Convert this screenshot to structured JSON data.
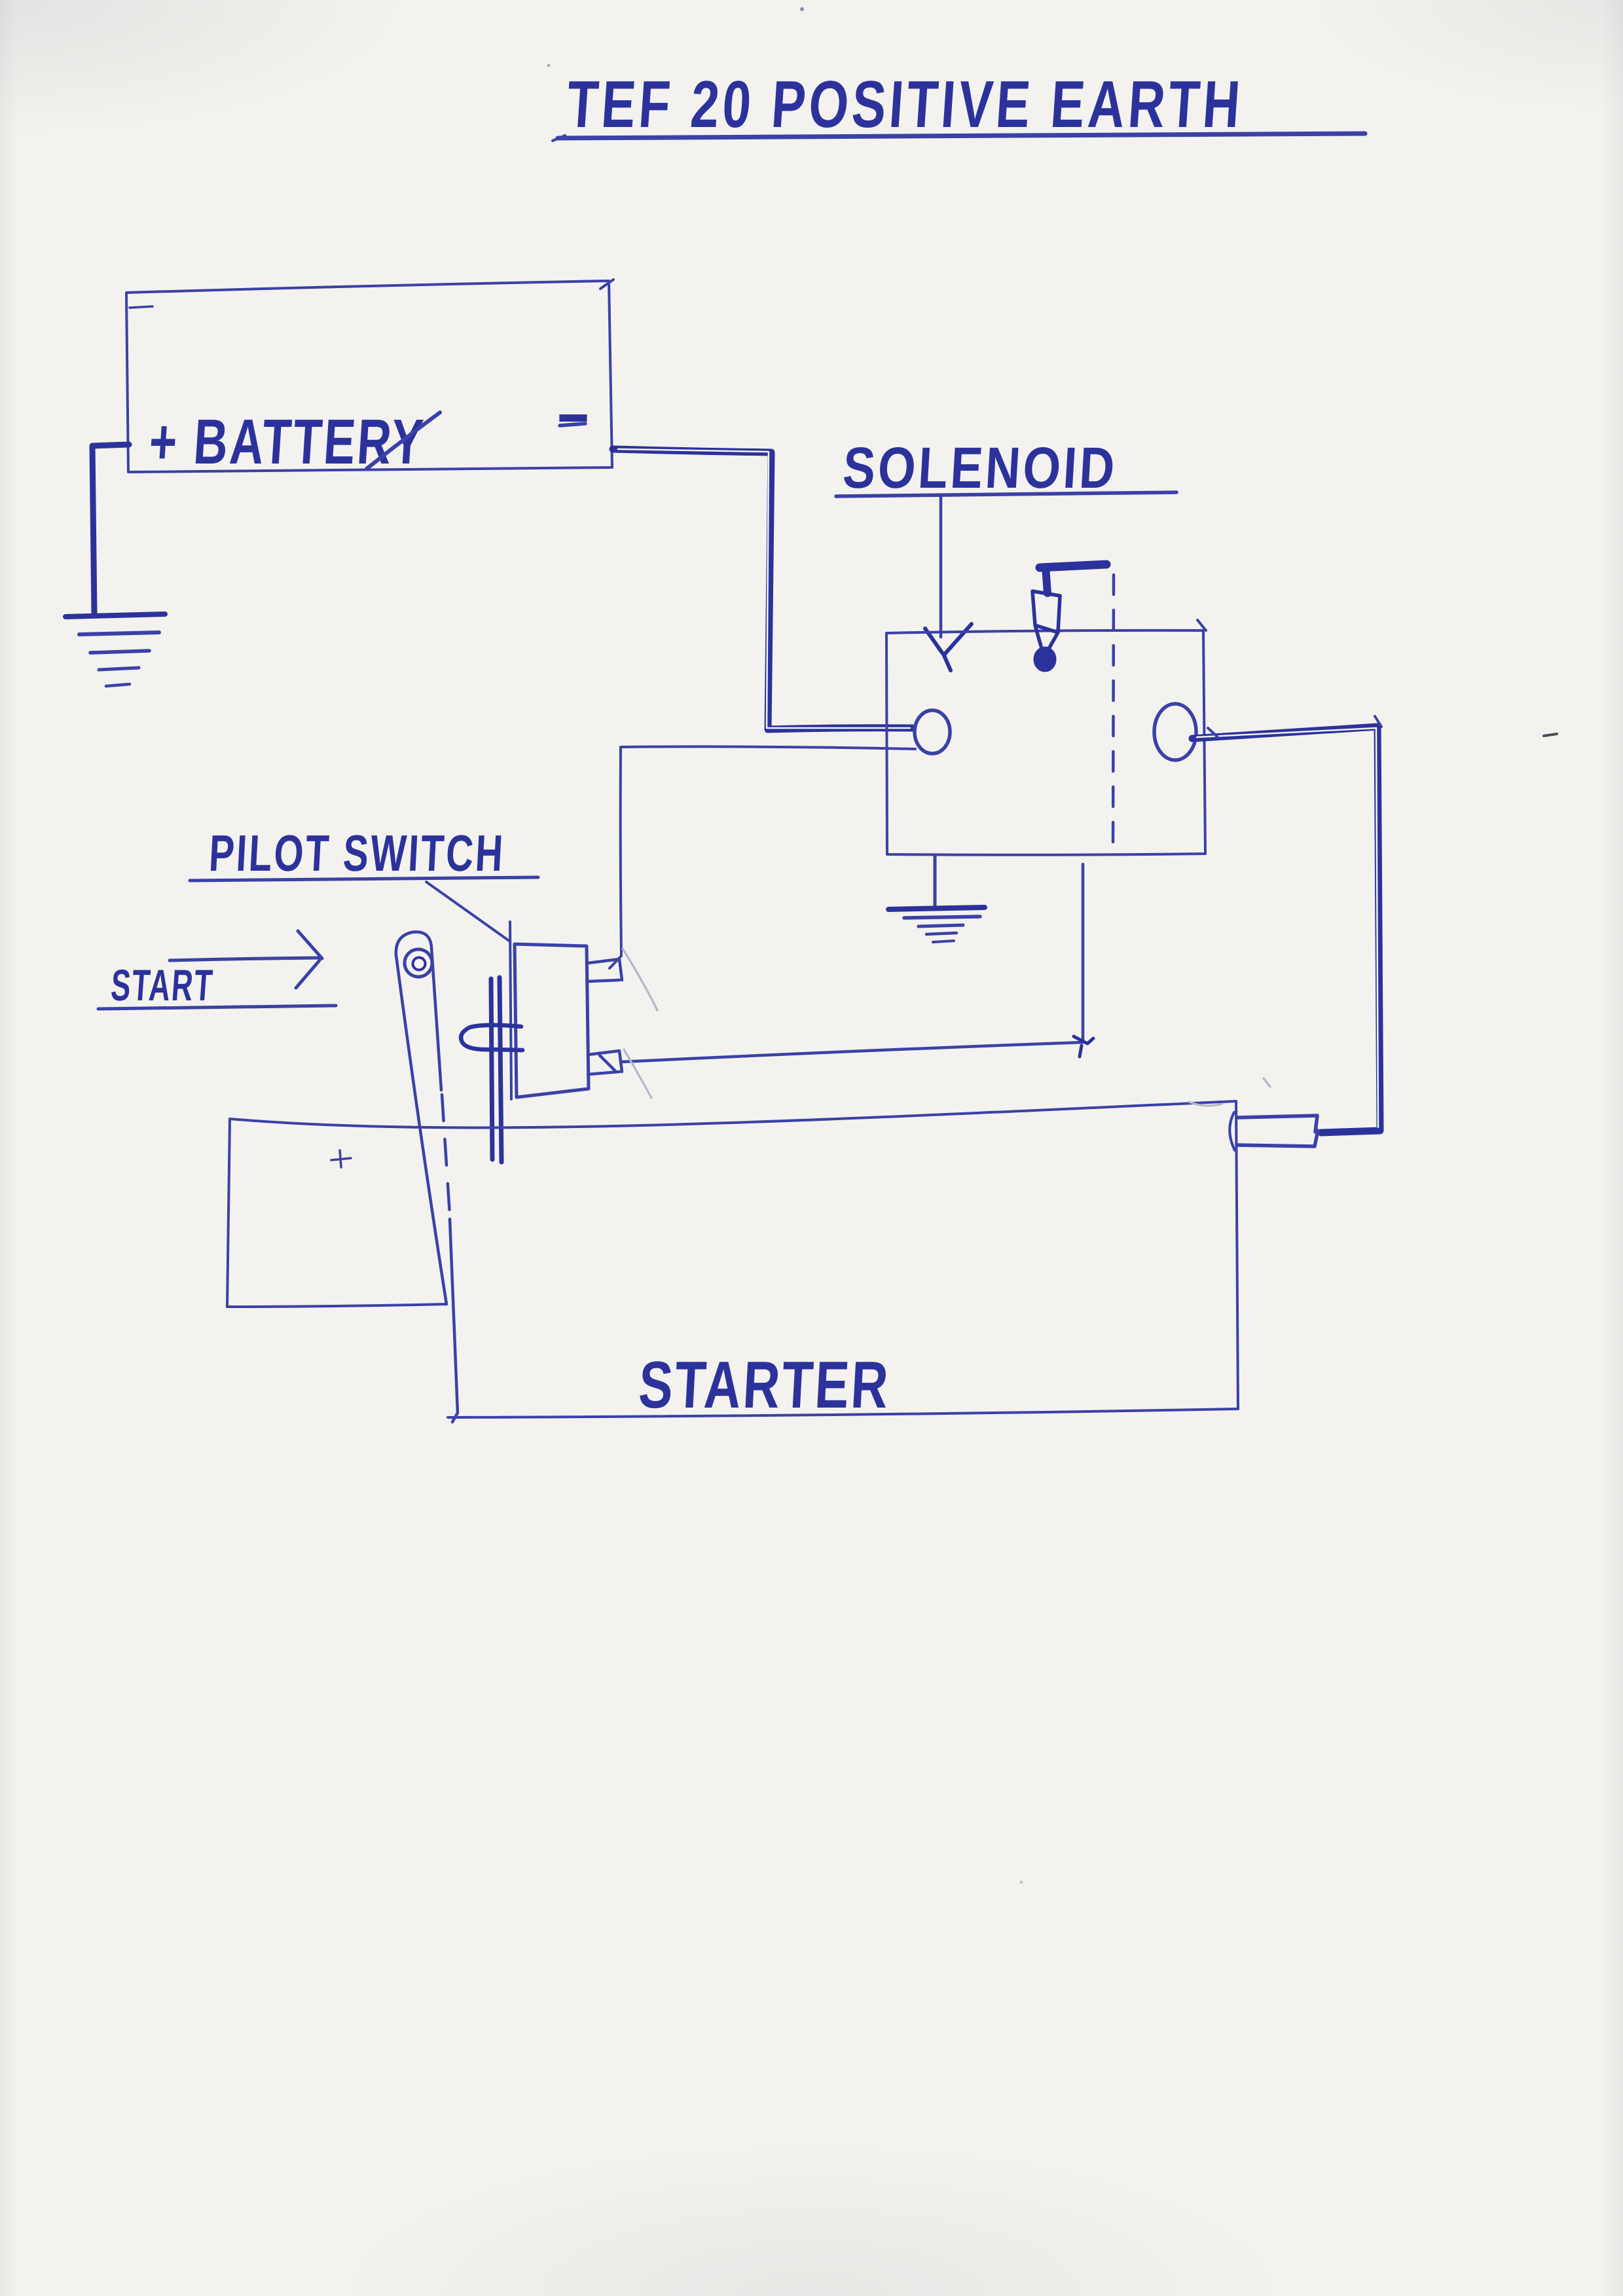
{
  "page": {
    "description": "Hand-drawn wiring diagram in blue ballpoint pen on scanned white paper",
    "paper_color": "#f3f2ee",
    "ink_color": "#3a41a7",
    "ink_dark_color": "#2c329b",
    "pencil_color": "#b4b8c6"
  },
  "title": {
    "text": "TEF 20 POSITIVE EARTH"
  },
  "labels": {
    "battery": "+ BATTERY",
    "battery_negative_sign": "−",
    "solenoid": "SOLENOID",
    "pilot_switch": "PILOT SWITCH",
    "start": "START",
    "starter": "STARTER"
  }
}
